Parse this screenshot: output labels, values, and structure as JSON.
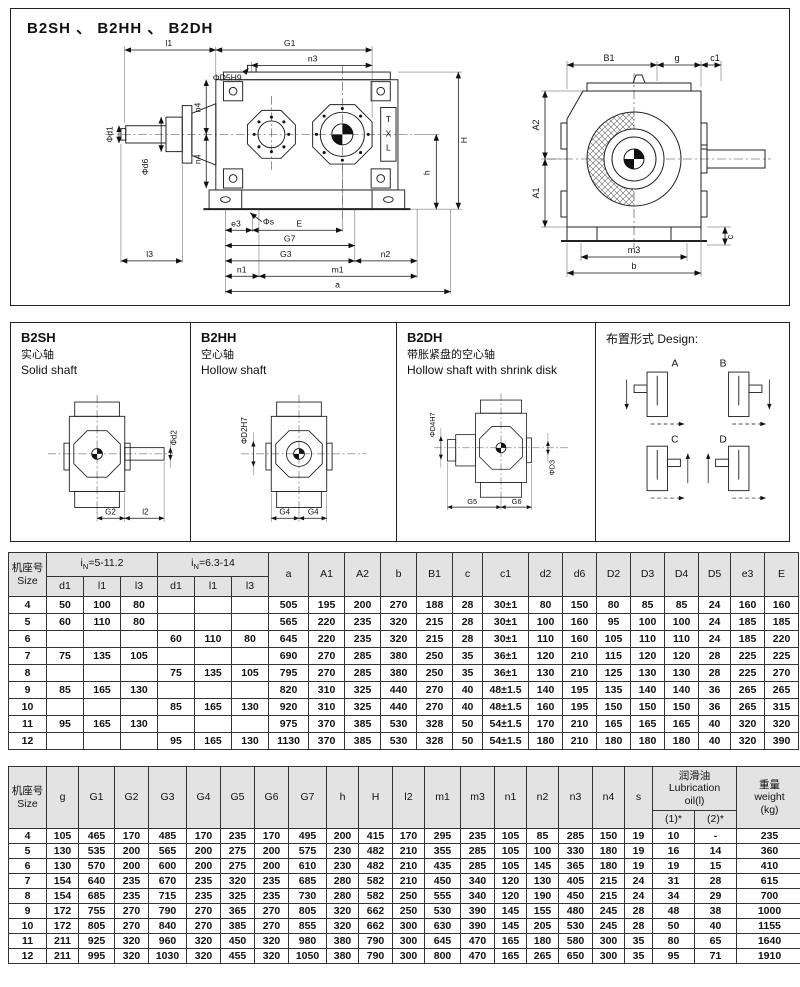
{
  "title": "B2SH 、 B2HH 、 B2DH",
  "front_view": {
    "labels": {
      "l1": "l1",
      "G1": "G1",
      "n3": "n3",
      "D5": "ΦD5H9",
      "d1": "Φd1",
      "d6": "Φd6",
      "n4a": "n4",
      "n4b": "n4",
      "T": "T",
      "X": "X",
      "L": "L",
      "H": "H",
      "h": "h",
      "s": "Φs",
      "e3": "e3",
      "E": "E",
      "G7": "G7",
      "G3": "G3",
      "n2": "n2",
      "l3": "l3",
      "n1": "n1",
      "m1": "m1",
      "a": "a"
    }
  },
  "side_view": {
    "labels": {
      "B1": "B1",
      "g": "g",
      "c1": "c1",
      "A2": "A2",
      "A1": "A1",
      "c": "c",
      "m3": "m3",
      "b": "b"
    }
  },
  "variants": {
    "b2sh": {
      "code": "B2SH",
      "cn": "实心轴",
      "en": "Solid shaft",
      "dim_shaft": "Φd2",
      "dim_left": "G2",
      "dim_right": "l2"
    },
    "b2hh": {
      "code": "B2HH",
      "cn": "空心轴",
      "en": "Hollow shaft",
      "dim_bore": "ΦD2H7",
      "dim_left": "G4",
      "dim_right": "G4"
    },
    "b2dh": {
      "code": "B2DH",
      "cn": "带胀紧盘的空心轴",
      "en": "Hollow shaft with shrink disk",
      "dim_bore": "ΦD4H7",
      "dim_d3": "ΦD3",
      "dim_left": "G5",
      "dim_right": "G6"
    },
    "design": {
      "cn": "布置形式",
      "en": "Design:",
      "options": [
        "A",
        "B",
        "C",
        "D"
      ]
    }
  },
  "table1": {
    "size_cn": "机座号",
    "size_en": "Size",
    "group1": {
      "pre": "i",
      "sub": "N",
      "post": "=5-11.2"
    },
    "group2": {
      "pre": "i",
      "sub": "N",
      "post": "=6.3-14"
    },
    "subcols": [
      "d1",
      "l1",
      "l3",
      "d1",
      "l1",
      "l3"
    ],
    "cols": [
      "a",
      "A1",
      "A2",
      "b",
      "B1",
      "c",
      "c1",
      "d2",
      "d6",
      "D2",
      "D3",
      "D4",
      "D5",
      "e3",
      "E"
    ],
    "rows": [
      [
        "4",
        "50",
        "100",
        "80",
        "",
        "",
        "",
        "505",
        "195",
        "200",
        "270",
        "188",
        "28",
        "30±1",
        "80",
        "150",
        "80",
        "85",
        "85",
        "24",
        "160",
        "160"
      ],
      [
        "5",
        "60",
        "110",
        "80",
        "",
        "",
        "",
        "565",
        "220",
        "235",
        "320",
        "215",
        "28",
        "30±1",
        "100",
        "160",
        "95",
        "100",
        "100",
        "24",
        "185",
        "185"
      ],
      [
        "6",
        "",
        "",
        "",
        "60",
        "110",
        "80",
        "645",
        "220",
        "235",
        "320",
        "215",
        "28",
        "30±1",
        "110",
        "160",
        "105",
        "110",
        "110",
        "24",
        "185",
        "220"
      ],
      [
        "7",
        "75",
        "135",
        "105",
        "",
        "",
        "",
        "690",
        "270",
        "285",
        "380",
        "250",
        "35",
        "36±1",
        "120",
        "210",
        "115",
        "120",
        "120",
        "28",
        "225",
        "225"
      ],
      [
        "8",
        "",
        "",
        "",
        "75",
        "135",
        "105",
        "795",
        "270",
        "285",
        "380",
        "250",
        "35",
        "36±1",
        "130",
        "210",
        "125",
        "130",
        "130",
        "28",
        "225",
        "270"
      ],
      [
        "9",
        "85",
        "165",
        "130",
        "",
        "",
        "",
        "820",
        "310",
        "325",
        "440",
        "270",
        "40",
        "48±1.5",
        "140",
        "195",
        "135",
        "140",
        "140",
        "36",
        "265",
        "265"
      ],
      [
        "10",
        "",
        "",
        "",
        "85",
        "165",
        "130",
        "920",
        "310",
        "325",
        "440",
        "270",
        "40",
        "48±1.5",
        "160",
        "195",
        "150",
        "150",
        "150",
        "36",
        "265",
        "315"
      ],
      [
        "11",
        "95",
        "165",
        "130",
        "",
        "",
        "",
        "975",
        "370",
        "385",
        "530",
        "328",
        "50",
        "54±1.5",
        "170",
        "210",
        "165",
        "165",
        "165",
        "40",
        "320",
        "320"
      ],
      [
        "12",
        "",
        "",
        "",
        "95",
        "165",
        "130",
        "1130",
        "370",
        "385",
        "530",
        "328",
        "50",
        "54±1.5",
        "180",
        "210",
        "180",
        "180",
        "180",
        "40",
        "320",
        "390"
      ]
    ]
  },
  "table2": {
    "size_cn": "机座号",
    "size_en": "Size",
    "cols": [
      "g",
      "G1",
      "G2",
      "G3",
      "G4",
      "G5",
      "G6",
      "G7",
      "h",
      "H",
      "l2",
      "m1",
      "m3",
      "n1",
      "n2",
      "n3",
      "n4",
      "s"
    ],
    "oil": {
      "cn": "润滑油",
      "en1": "Lubrication",
      "en2": "oil(l)",
      "sub1": "(1)*",
      "sub2": "(2)*"
    },
    "weight": {
      "cn": "重量",
      "en1": "weight",
      "en2": "(kg)"
    },
    "rows": [
      [
        "4",
        "105",
        "465",
        "170",
        "485",
        "170",
        "235",
        "170",
        "495",
        "200",
        "415",
        "170",
        "295",
        "235",
        "105",
        "85",
        "285",
        "150",
        "19",
        "10",
        "-",
        "235"
      ],
      [
        "5",
        "130",
        "535",
        "200",
        "565",
        "200",
        "275",
        "200",
        "575",
        "230",
        "482",
        "210",
        "355",
        "285",
        "105",
        "100",
        "330",
        "180",
        "19",
        "16",
        "14",
        "360"
      ],
      [
        "6",
        "130",
        "570",
        "200",
        "600",
        "200",
        "275",
        "200",
        "610",
        "230",
        "482",
        "210",
        "435",
        "285",
        "105",
        "145",
        "365",
        "180",
        "19",
        "19",
        "15",
        "410"
      ],
      [
        "7",
        "154",
        "640",
        "235",
        "670",
        "235",
        "320",
        "235",
        "685",
        "280",
        "582",
        "210",
        "450",
        "340",
        "120",
        "130",
        "405",
        "215",
        "24",
        "31",
        "28",
        "615"
      ],
      [
        "8",
        "154",
        "685",
        "235",
        "715",
        "235",
        "325",
        "235",
        "730",
        "280",
        "582",
        "250",
        "555",
        "340",
        "120",
        "190",
        "450",
        "215",
        "24",
        "34",
        "29",
        "700"
      ],
      [
        "9",
        "172",
        "755",
        "270",
        "790",
        "270",
        "365",
        "270",
        "805",
        "320",
        "662",
        "250",
        "530",
        "390",
        "145",
        "155",
        "480",
        "245",
        "28",
        "48",
        "38",
        "1000"
      ],
      [
        "10",
        "172",
        "805",
        "270",
        "840",
        "270",
        "385",
        "270",
        "855",
        "320",
        "662",
        "300",
        "630",
        "390",
        "145",
        "205",
        "530",
        "245",
        "28",
        "50",
        "40",
        "1155"
      ],
      [
        "11",
        "211",
        "925",
        "320",
        "960",
        "320",
        "450",
        "320",
        "980",
        "380",
        "790",
        "300",
        "645",
        "470",
        "165",
        "180",
        "580",
        "300",
        "35",
        "80",
        "65",
        "1640"
      ],
      [
        "12",
        "211",
        "995",
        "320",
        "1030",
        "320",
        "455",
        "320",
        "1050",
        "380",
        "790",
        "300",
        "800",
        "470",
        "165",
        "265",
        "650",
        "300",
        "35",
        "95",
        "71",
        "1910"
      ]
    ]
  }
}
